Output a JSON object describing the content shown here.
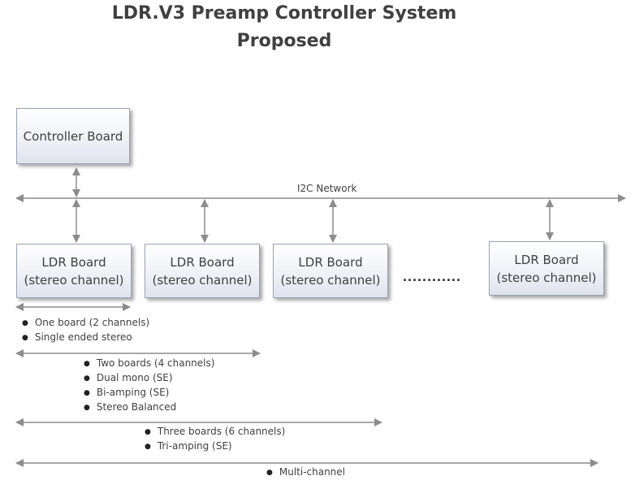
{
  "title": {
    "line1": "LDR.V3 Preamp Controller System",
    "line2": "Proposed"
  },
  "controller_board": {
    "label": "Controller Board"
  },
  "network": {
    "label": "I2C Network"
  },
  "ldr_boards": [
    {
      "line1": "LDR Board",
      "line2": "(stereo channel)"
    },
    {
      "line1": "LDR Board",
      "line2": "(stereo channel)"
    },
    {
      "line1": "LDR Board",
      "line2": "(stereo channel)"
    },
    {
      "line1": "LDR Board",
      "line2": "(stereo channel)"
    }
  ],
  "ellipsis": "............",
  "configs": {
    "one": [
      "One board (2 channels)",
      "Single ended stereo"
    ],
    "two": [
      "Two boards (4 channels)",
      "Dual mono (SE)",
      "Bi-amping (SE)",
      "Stereo Balanced"
    ],
    "three": [
      "Three boards (6 channels)",
      "Tri-amping (SE)"
    ],
    "multi": [
      "Multi-channel"
    ]
  },
  "colors": {
    "arrow": "#8c8c8c",
    "text": "#404040"
  }
}
